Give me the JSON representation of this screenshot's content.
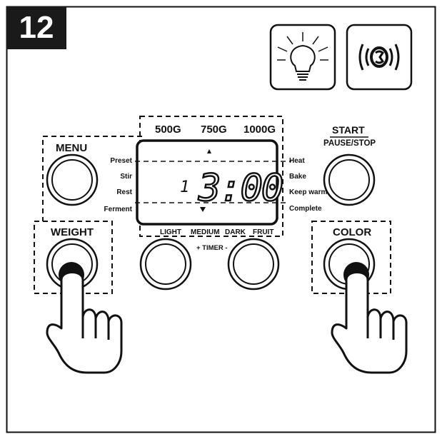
{
  "step_number": "12",
  "icons": [
    "light-bulb-icon",
    "sound-icon"
  ],
  "weights": [
    "500G",
    "750G",
    "1000G"
  ],
  "menu_label": "MENU",
  "menu_items": [
    "Preset",
    "Stir",
    "Rest",
    "Ferment"
  ],
  "status_items": [
    "Heat",
    "Bake",
    "Keep warm",
    "Complete"
  ],
  "display": {
    "program": "1",
    "time": "3:00"
  },
  "start_label": "START",
  "pause_label": "PAUSE/STOP",
  "weight_label": "WEIGHT",
  "color_label": "COLOR",
  "crust_labels": [
    "LIGHT",
    "MEDIUM",
    "DARK",
    "FRUIT"
  ],
  "timer_label": "+ TIMER -"
}
